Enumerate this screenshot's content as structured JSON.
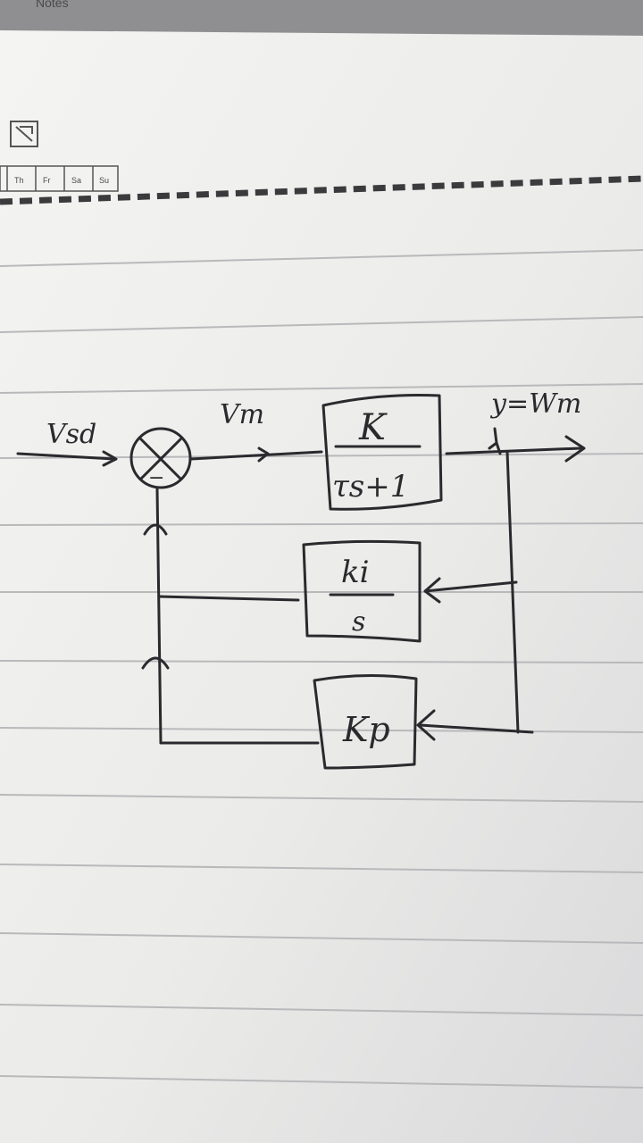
{
  "planner": {
    "top_text": "Notes",
    "weekdays": [
      "Th",
      "Fr",
      "Sa",
      "Su"
    ]
  },
  "diagram": {
    "input_label": "Vsd",
    "summing_sign": "−",
    "error_label": "Vm",
    "plant": {
      "numerator": "K",
      "denominator": "τs+1"
    },
    "output_label": "y=Wm",
    "integral": {
      "numerator": "ki",
      "denominator": "s"
    },
    "proportional": {
      "label": "Kp"
    }
  },
  "colors": {
    "ink": "#2a2a2e",
    "paper": "#efefed",
    "rule_line": "#b9b9bc",
    "dash_line": "#3b3b3e"
  }
}
